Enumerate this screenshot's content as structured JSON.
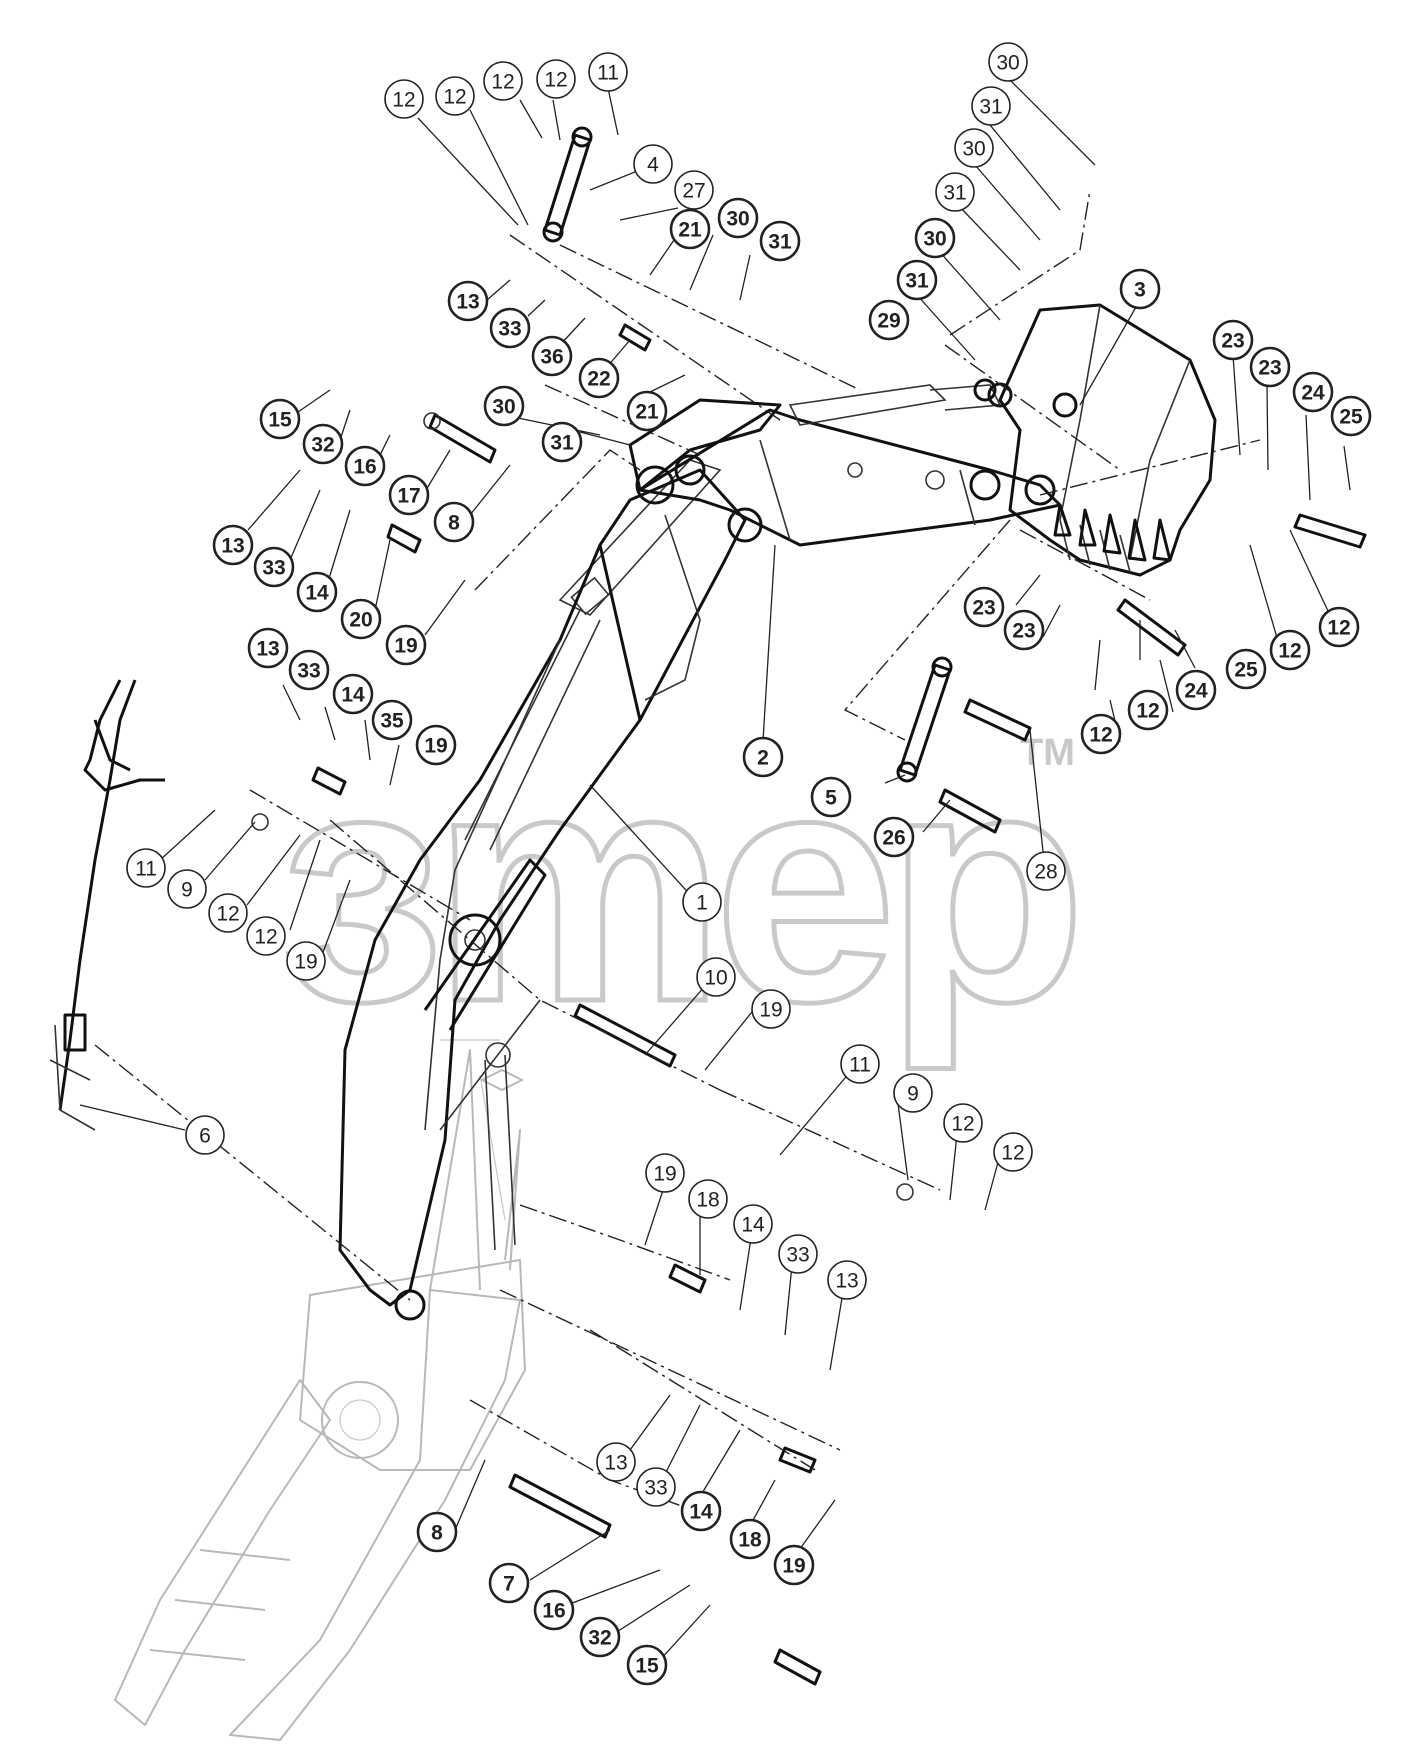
{
  "watermark": {
    "text": "зmep",
    "tm": "TM"
  },
  "callouts": [
    {
      "label": "12",
      "bold": false
    },
    {
      "label": "12",
      "bold": false
    },
    {
      "label": "12",
      "bold": false
    },
    {
      "label": "12",
      "bold": false
    },
    {
      "label": "11",
      "bold": false
    },
    {
      "label": "4",
      "bold": false
    },
    {
      "label": "27",
      "bold": false
    },
    {
      "label": "21",
      "bold": true
    },
    {
      "label": "30",
      "bold": true
    },
    {
      "label": "31",
      "bold": true
    },
    {
      "label": "30",
      "bold": false
    },
    {
      "label": "31",
      "bold": false
    },
    {
      "label": "30",
      "bold": false
    },
    {
      "label": "31",
      "bold": false
    },
    {
      "label": "30",
      "bold": true
    },
    {
      "label": "31",
      "bold": true
    },
    {
      "label": "29",
      "bold": true
    },
    {
      "label": "3",
      "bold": true
    },
    {
      "label": "13",
      "bold": true
    },
    {
      "label": "33",
      "bold": true
    },
    {
      "label": "36",
      "bold": true
    },
    {
      "label": "22",
      "bold": true
    },
    {
      "label": "21",
      "bold": true
    },
    {
      "label": "15",
      "bold": true
    },
    {
      "label": "32",
      "bold": true
    },
    {
      "label": "16",
      "bold": true
    },
    {
      "label": "17",
      "bold": true
    },
    {
      "label": "8",
      "bold": true
    },
    {
      "label": "30",
      "bold": true
    },
    {
      "label": "31",
      "bold": true
    },
    {
      "label": "13",
      "bold": true
    },
    {
      "label": "33",
      "bold": true
    },
    {
      "label": "14",
      "bold": true
    },
    {
      "label": "20",
      "bold": true
    },
    {
      "label": "19",
      "bold": true
    },
    {
      "label": "23",
      "bold": true
    },
    {
      "label": "23",
      "bold": true
    },
    {
      "label": "24",
      "bold": true
    },
    {
      "label": "25",
      "bold": true
    },
    {
      "label": "23",
      "bold": true
    },
    {
      "label": "23",
      "bold": true
    },
    {
      "label": "12",
      "bold": true
    },
    {
      "label": "12",
      "bold": true
    },
    {
      "label": "25",
      "bold": true
    },
    {
      "label": "24",
      "bold": true
    },
    {
      "label": "12",
      "bold": true
    },
    {
      "label": "12",
      "bold": true
    },
    {
      "label": "2",
      "bold": true
    },
    {
      "label": "13",
      "bold": true
    },
    {
      "label": "33",
      "bold": true
    },
    {
      "label": "14",
      "bold": true
    },
    {
      "label": "35",
      "bold": true
    },
    {
      "label": "19",
      "bold": true
    },
    {
      "label": "5",
      "bold": true
    },
    {
      "label": "26",
      "bold": true
    },
    {
      "label": "28",
      "bold": false
    },
    {
      "label": "11",
      "bold": false
    },
    {
      "label": "9",
      "bold": false
    },
    {
      "label": "12",
      "bold": false
    },
    {
      "label": "12",
      "bold": false
    },
    {
      "label": "19",
      "bold": false
    },
    {
      "label": "1",
      "bold": false
    },
    {
      "label": "10",
      "bold": false
    },
    {
      "label": "19",
      "bold": false
    },
    {
      "label": "6",
      "bold": false
    },
    {
      "label": "11",
      "bold": false
    },
    {
      "label": "9",
      "bold": false
    },
    {
      "label": "12",
      "bold": false
    },
    {
      "label": "12",
      "bold": false
    },
    {
      "label": "19",
      "bold": false
    },
    {
      "label": "18",
      "bold": false
    },
    {
      "label": "14",
      "bold": false
    },
    {
      "label": "33",
      "bold": false
    },
    {
      "label": "13",
      "bold": false
    },
    {
      "label": "13",
      "bold": false
    },
    {
      "label": "33",
      "bold": false
    },
    {
      "label": "14",
      "bold": true
    },
    {
      "label": "18",
      "bold": true
    },
    {
      "label": "19",
      "bold": true
    },
    {
      "label": "8",
      "bold": true
    },
    {
      "label": "7",
      "bold": true
    },
    {
      "label": "16",
      "bold": true
    },
    {
      "label": "32",
      "bold": true
    },
    {
      "label": "15",
      "bold": true
    }
  ]
}
